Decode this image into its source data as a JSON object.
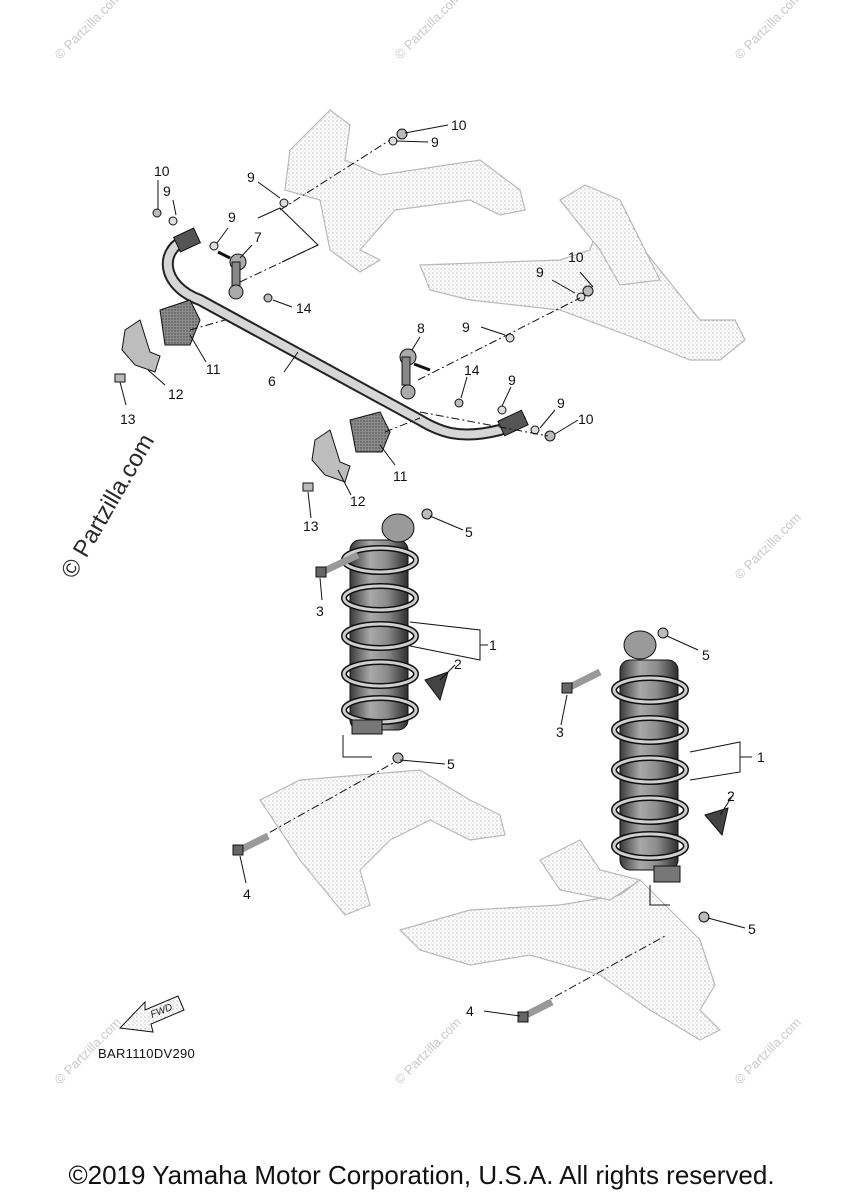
{
  "diagram": {
    "callouts": [
      "1",
      "2",
      "3",
      "4",
      "5",
      "6",
      "7",
      "8",
      "9",
      "10",
      "11",
      "12",
      "13",
      "14"
    ],
    "fwd_label": "FWD",
    "diagram_code": "BAR1110DV290",
    "copyright": "©2019 Yamaha Motor Corporation, U.S.A. All rights reserved.",
    "watermark": "© Partzilla.com",
    "watermark_small": "© Partzilla.com"
  }
}
